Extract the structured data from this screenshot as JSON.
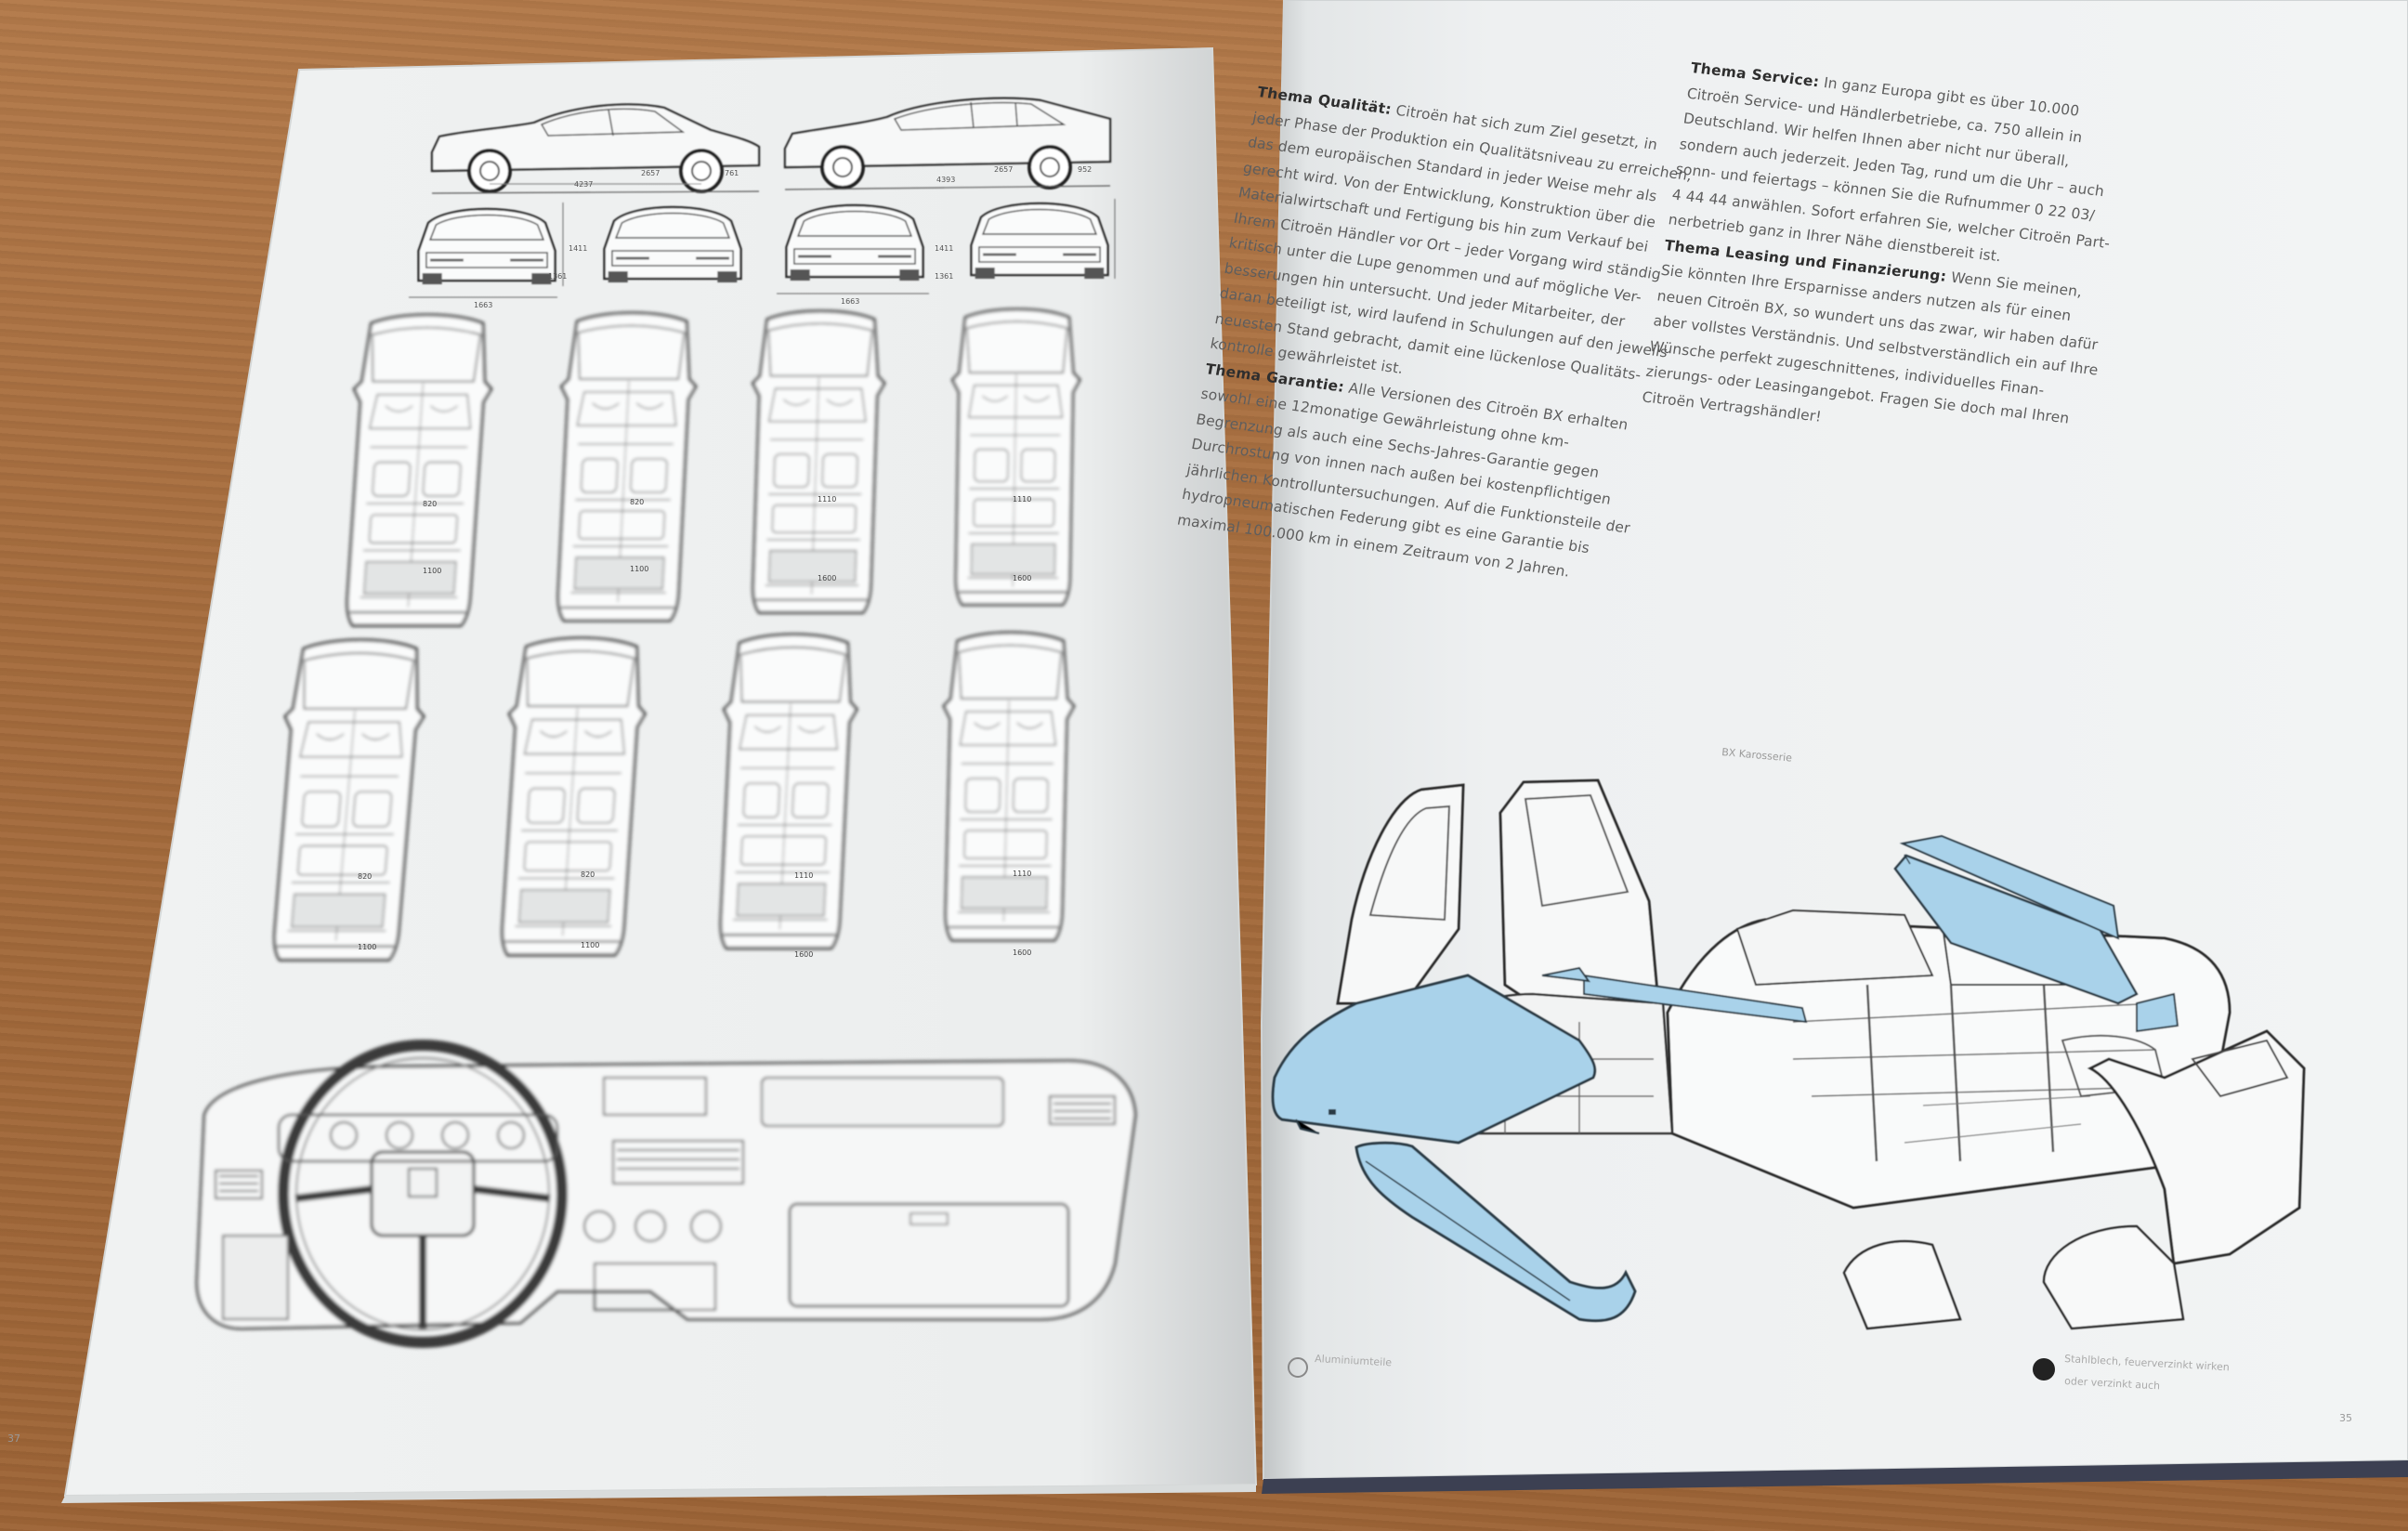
{
  "text_right_page": {
    "col1": [
      {
        "h": "Thema Qualität:",
        "t": " Citroën hat sich zum Ziel gesetzt, in"
      },
      {
        "t": "jeder Phase der Produktion ein Qualitätsniveau zu erreichen,"
      },
      {
        "t": "das dem europäischen Standard in jeder Weise mehr als"
      },
      {
        "t": "gerecht wird. Von der Entwicklung, Konstruktion über die"
      },
      {
        "t": "Materialwirtschaft und Fertigung bis hin zum Verkauf bei"
      },
      {
        "t": "Ihrem Citroën Händler vor Ort – jeder Vorgang wird ständig"
      },
      {
        "t": "kritisch unter die Lupe genommen und auf mögliche Ver-"
      },
      {
        "t": "besserungen hin untersucht. Und jeder Mitarbeiter, der"
      },
      {
        "t": "daran beteiligt ist, wird laufend in Schulungen auf den jeweils"
      },
      {
        "t": "neuesten Stand gebracht, damit eine lückenlose Qualitäts-"
      },
      {
        "t": "kontrolle gewährleistet ist."
      },
      {
        "h": "Thema Garantie:",
        "t": " Alle Versionen des Citroën BX erhalten"
      },
      {
        "t": "sowohl eine 12monatige Gewährleistung ohne km-"
      },
      {
        "t": "Begrenzung als auch eine Sechs-Jahres-Garantie gegen"
      },
      {
        "t": "Durchrostung von innen nach außen bei kostenpflichtigen"
      },
      {
        "t": "jährlichen Kontrolluntersuchungen. Auf die Funktionsteile der"
      },
      {
        "t": "hydropneumatischen Federung gibt es eine Garantie bis"
      },
      {
        "t": "maximal 100.000 km in einem Zeitraum von 2 Jahren."
      }
    ],
    "col2": [
      {
        "h": "Thema Service:",
        "t": " In ganz Europa gibt es über 10.000"
      },
      {
        "t": "Citroën Service- und Händlerbetriebe, ca. 750 allein in"
      },
      {
        "t": "Deutschland. Wir helfen Ihnen aber nicht nur überall,"
      },
      {
        "t": "sondern auch jederzeit. Jeden Tag, rund um die Uhr – auch"
      },
      {
        "t": "sonn- und feiertags – können Sie die Rufnummer 0 22 03/"
      },
      {
        "t": "4 44 44 anwählen. Sofort erfahren Sie, welcher Citroën Part-"
      },
      {
        "t": "nerbetrieb ganz in Ihrer Nähe dienstbereit ist."
      },
      {
        "h": "Thema Leasing und Finanzierung:",
        "t": " Wenn Sie meinen,"
      },
      {
        "t": "Sie könnten Ihre Ersparnisse anders nutzen als für einen"
      },
      {
        "t": "neuen Citroën BX, so wundert uns das zwar, wir haben dafür"
      },
      {
        "t": "aber vollstes Verständnis. Und selbstverständlich ein auf Ihre"
      },
      {
        "t": "Wünsche perfekt zugeschnittenes, individuelles Finan-"
      },
      {
        "t": "zierungs- oder Leasingangebot. Fragen Sie doch mal Ihren"
      },
      {
        "t": "Citroën Vertragshändler!"
      }
    ],
    "caption_body": "BX Karosserie",
    "legend_left": "Aluminiumteile",
    "legend_right": [
      "Stahlblech, feuerverzinkt wirken",
      "oder verzinkt auch"
    ]
  },
  "page_numbers": {
    "left": "37",
    "right": "35"
  },
  "dimensions": {
    "side_left": [
      "4237",
      "2657",
      "761"
    ],
    "side_right": [
      "4393",
      "2657",
      "952"
    ],
    "front": [
      "1663",
      "1411",
      "1361"
    ],
    "rear": [
      "1663",
      "1411",
      "1361"
    ]
  },
  "interior_labels": {
    "row1": [
      [
        "1100",
        "820"
      ],
      [
        "1100",
        "820"
      ],
      [
        "1600",
        "1110"
      ],
      [
        "1600",
        "1110"
      ]
    ],
    "row2": [
      [
        "1100",
        "820"
      ],
      [
        "1100",
        "820"
      ],
      [
        "1600",
        "1110"
      ],
      [
        "1600",
        "1110"
      ]
    ]
  },
  "colors": {
    "wood": "#a76c3d",
    "paper_left": "#f1f3f3",
    "paper_right": "#eff1f2",
    "aluminium_blue": "#a9d2ea",
    "line_art": "#3a3a3a"
  }
}
